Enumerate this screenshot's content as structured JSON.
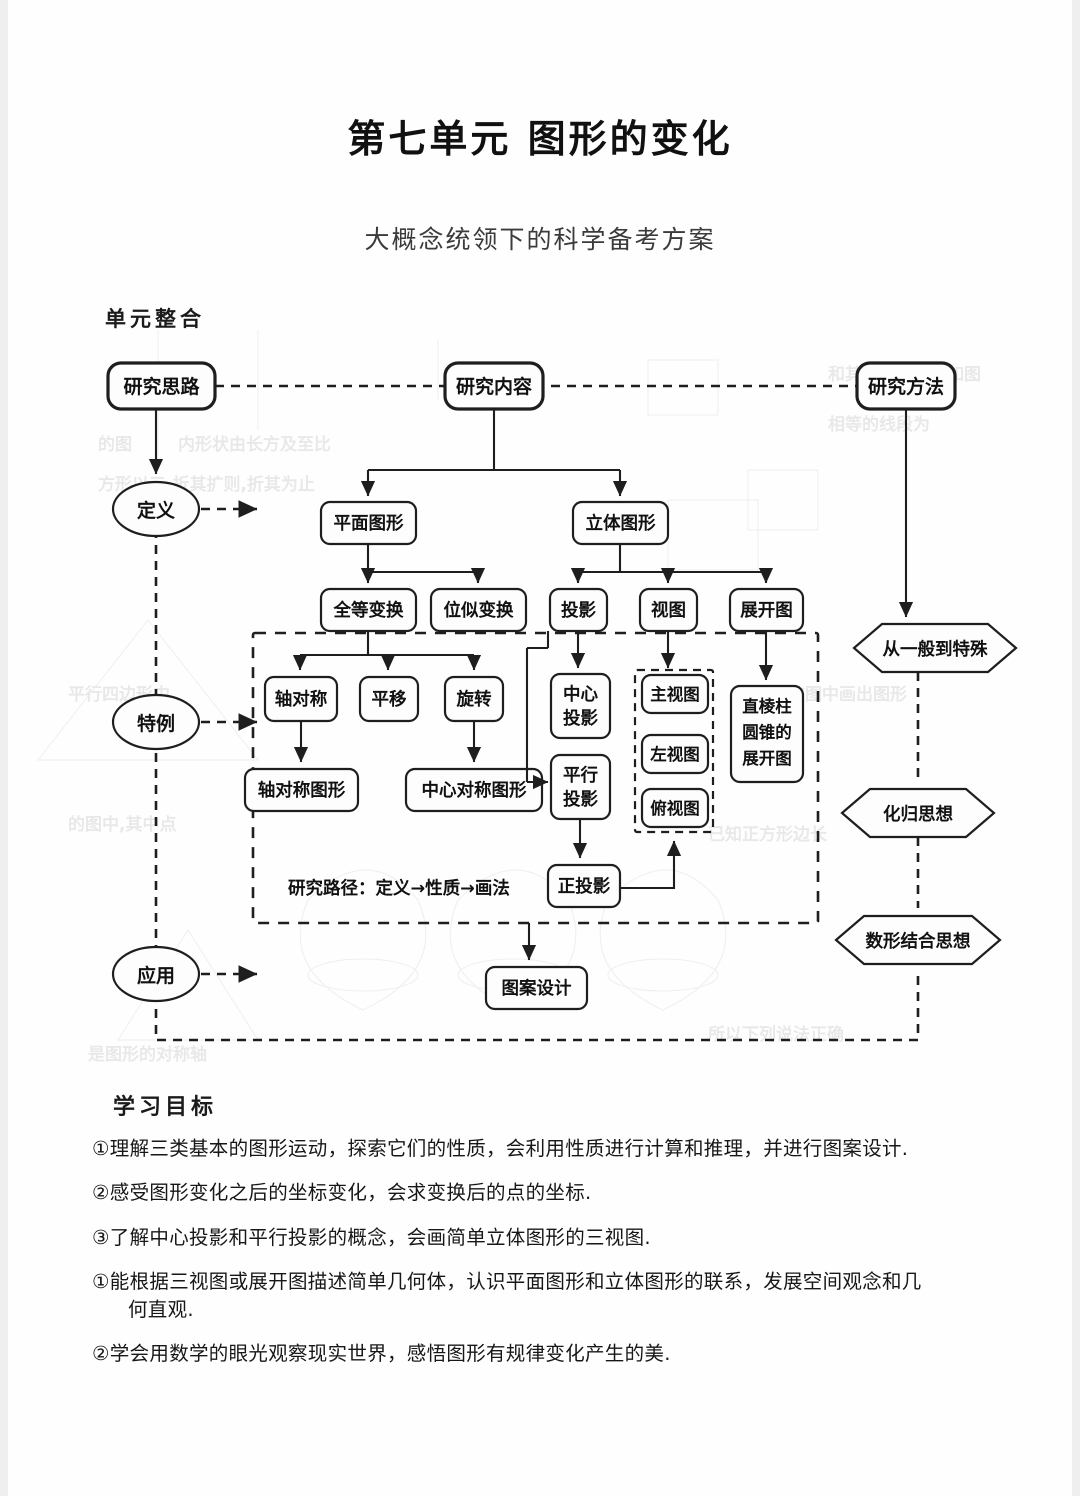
{
  "document": {
    "title": "第七单元  图形的变化",
    "subtitle": "大概念统领下的科学备考方案",
    "unit_section_label": "单元整合",
    "goals_section_label": "学习目标"
  },
  "diagram": {
    "type": "flowchart",
    "root_nodes": [
      {
        "id": "research_idea",
        "label": "研究思路",
        "shape": "rounded-rect"
      },
      {
        "id": "research_content",
        "label": "研究内容",
        "shape": "rounded-rect"
      },
      {
        "id": "research_method",
        "label": "研究方法",
        "shape": "rounded-rect"
      }
    ],
    "idea_track": [
      {
        "id": "definition",
        "label": "定义",
        "shape": "ellipse"
      },
      {
        "id": "special_case",
        "label": "特例",
        "shape": "ellipse"
      },
      {
        "id": "application",
        "label": "应用",
        "shape": "ellipse"
      }
    ],
    "method_track": [
      {
        "id": "general_to_special",
        "label": "从一般到特殊",
        "shape": "hexagon"
      },
      {
        "id": "transformation_thought",
        "label": "化归思想",
        "shape": "hexagon"
      },
      {
        "id": "number_shape_thought",
        "label": "数形结合思想",
        "shape": "hexagon"
      }
    ],
    "content_level1": [
      {
        "id": "plane_figure",
        "label": "平面图形"
      },
      {
        "id": "solid_figure",
        "label": "立体图形"
      }
    ],
    "content_level2": [
      {
        "id": "congruent_transform",
        "label": "全等变换"
      },
      {
        "id": "similar_transform",
        "label": "位似变换"
      },
      {
        "id": "projection",
        "label": "投影"
      },
      {
        "id": "view",
        "label": "视图"
      },
      {
        "id": "unfolding",
        "label": "展开图"
      }
    ],
    "content_level3": [
      {
        "id": "axial_symmetry",
        "label": "轴对称"
      },
      {
        "id": "translation",
        "label": "平移"
      },
      {
        "id": "rotation",
        "label": "旋转"
      },
      {
        "id": "central_projection",
        "label": "中心\n投影"
      },
      {
        "id": "central_projection_l1",
        "label": "中心"
      },
      {
        "id": "central_projection_l2",
        "label": "投影"
      },
      {
        "id": "main_view",
        "label": "主视图"
      },
      {
        "id": "left_view",
        "label": "左视图"
      },
      {
        "id": "top_view",
        "label": "俯视图"
      },
      {
        "id": "prism_cone_unfold_l1",
        "label": "直棱柱"
      },
      {
        "id": "prism_cone_unfold_l2",
        "label": "圆锥的"
      },
      {
        "id": "prism_cone_unfold_l3",
        "label": "展开图"
      }
    ],
    "content_level4": [
      {
        "id": "axial_symmetric_figure",
        "label": "轴对称图形"
      },
      {
        "id": "central_symmetric_figure",
        "label": "中心对称图形"
      },
      {
        "id": "parallel_projection_l1",
        "label": "平行"
      },
      {
        "id": "parallel_projection_l2",
        "label": "投影"
      },
      {
        "id": "orthographic_projection",
        "label": "正投影"
      },
      {
        "id": "pattern_design",
        "label": "图案设计"
      }
    ],
    "path_note": "研究路径：定义→性质→画法"
  },
  "goals": [
    {
      "marker": "①",
      "text": "理解三类基本的图形运动，探索它们的性质，会利用性质进行计算和推理，并进行图案设计."
    },
    {
      "marker": "②",
      "text": "感受图形变化之后的坐标变化，会求变换后的点的坐标."
    },
    {
      "marker": "③",
      "text": "了解中心投影和平行投影的概念，会画简单立体图形的三视图."
    },
    {
      "marker": "①",
      "text": "能根据三视图或展开图描述简单几何体，认识平面图形和立体图形的联系，发展空间观念和几",
      "continuation": "何直观."
    },
    {
      "marker": "②",
      "text": "学会用数学的眼光观察现实世界，感悟图形有规律变化产生的美."
    }
  ],
  "colors": {
    "page_background": "#fefefe",
    "outer_background": "#efefef",
    "ink": "#1e1e1e",
    "title_text": "#111111",
    "subtitle_text": "#3b3b3b"
  }
}
